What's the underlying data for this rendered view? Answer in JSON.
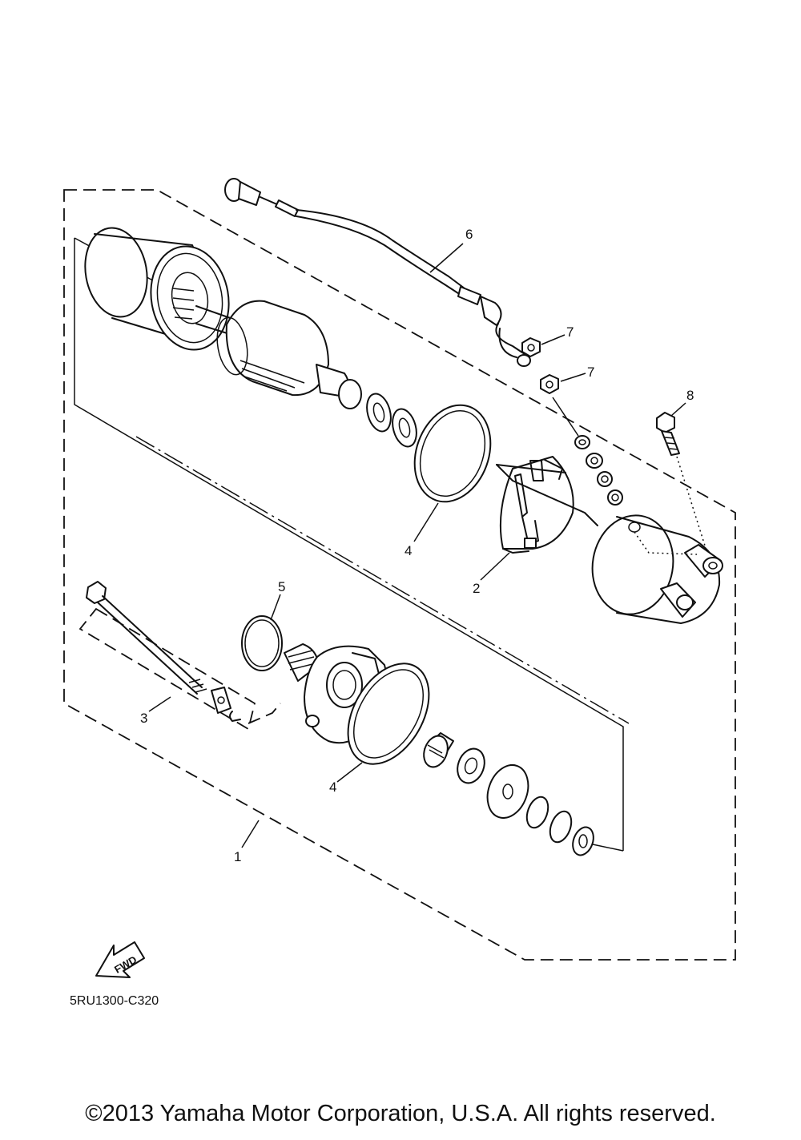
{
  "diagram": {
    "callouts": [
      {
        "id": "c6",
        "label": "6"
      },
      {
        "id": "c7a",
        "label": "7"
      },
      {
        "id": "c7b",
        "label": "7"
      },
      {
        "id": "c8",
        "label": "8"
      },
      {
        "id": "c4a",
        "label": "4"
      },
      {
        "id": "c2",
        "label": "2"
      },
      {
        "id": "c5",
        "label": "5"
      },
      {
        "id": "c3",
        "label": "3"
      },
      {
        "id": "c4b",
        "label": "4"
      },
      {
        "id": "c1",
        "label": "1"
      }
    ],
    "fwd_label": "FWD",
    "part_code": "5RU1300-C320"
  },
  "footer": {
    "copyright": "©2013 Yamaha Motor Corporation, U.S.A. All rights reserved."
  }
}
